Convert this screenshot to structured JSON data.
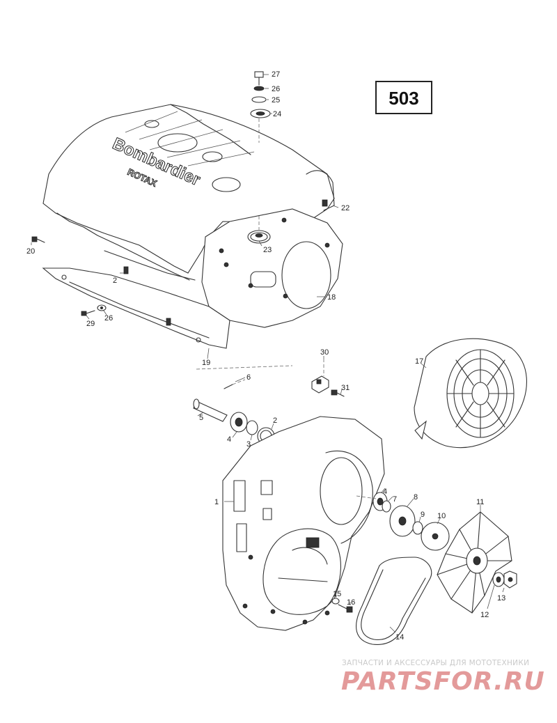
{
  "diagram_number": "503",
  "brand_text": "Bombardier",
  "brand_subtext": "ROTAX",
  "watermark": {
    "top_text": "ЗАПЧАСТИ И АКСЕССУАРЫ ДЛЯ МОТОТЕХНИКИ",
    "logo_text": "PARTSFOR.RU"
  },
  "callouts": [
    "27",
    "26",
    "25",
    "24",
    "22",
    "20",
    "23",
    "2",
    "18",
    "29",
    "26",
    "19",
    "30",
    "6",
    "31",
    "17",
    "5",
    "4",
    "3",
    "2",
    "1",
    "4",
    "7",
    "8",
    "9",
    "10",
    "11",
    "15",
    "16",
    "13",
    "12",
    "14"
  ]
}
